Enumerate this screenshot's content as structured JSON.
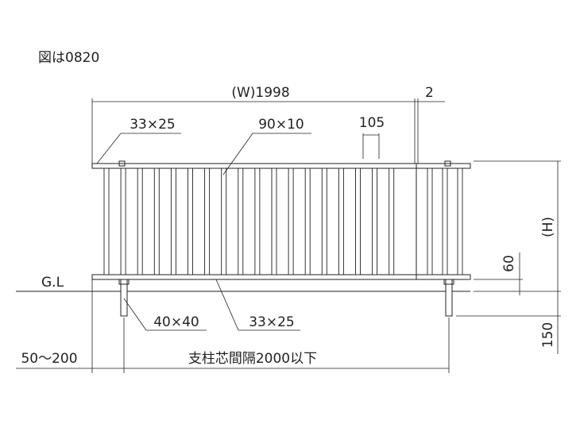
{
  "figure_note": "図は0820",
  "labels": {
    "width": "(W)1998",
    "gap": "2",
    "top_rail": "33×25",
    "picket": "90×10",
    "picket_pitch": "105",
    "height": "(H)",
    "bottom_clearance": "60",
    "ground_line": "G.L",
    "post": "40×40",
    "bottom_rail": "33×25",
    "embed_depth": "150",
    "edge_offset": "50〜200",
    "post_spacing": "支柱芯間隔2000以下"
  },
  "colors": {
    "line": "#231f20",
    "background": "#ffffff"
  }
}
